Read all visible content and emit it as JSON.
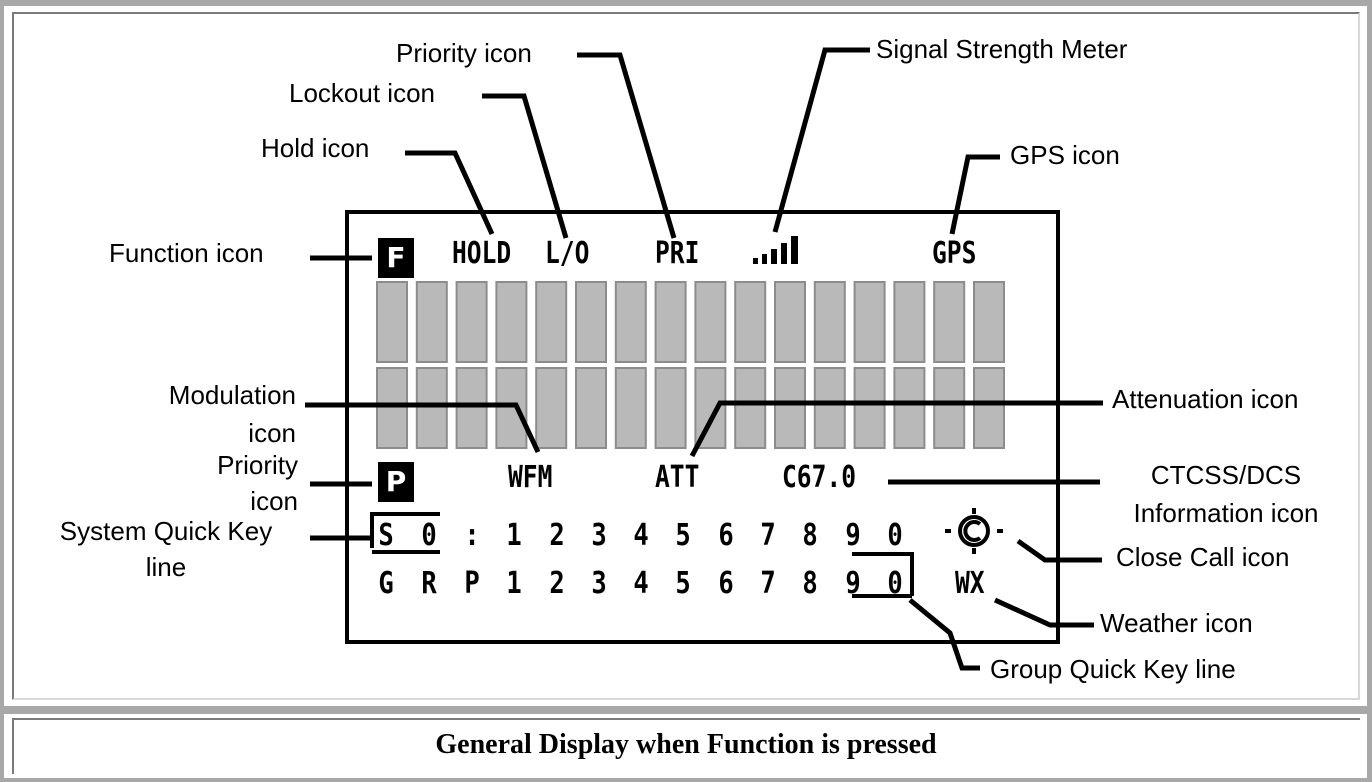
{
  "caption": "General Display when Function is pressed",
  "callouts": {
    "priority_icon": "Priority icon",
    "signal_strength_meter": "Signal Strength Meter",
    "lockout_icon": "Lockout icon",
    "hold_icon": "Hold icon",
    "gps_icon": "GPS icon",
    "function_icon": "Function icon",
    "modulation_icon_1": "Modulation",
    "modulation_icon_2": "icon",
    "attenuation_icon": "Attenuation icon",
    "priority_icon_left_1": "Priority",
    "priority_icon_left_2": "icon",
    "ctcss_dcs_1": "CTCSS/DCS",
    "ctcss_dcs_2": "Information icon",
    "system_quick_key_1": "System Quick Key",
    "system_quick_key_2": "line",
    "close_call_icon": "Close Call icon",
    "weather_icon": "Weather icon",
    "group_quick_key_line": "Group Quick Key line"
  },
  "display": {
    "function_badge": "F",
    "hold": "HOLD",
    "lockout": "L/O",
    "priority": "PRI",
    "gps": "GPS",
    "priority_badge": "P",
    "modulation": "WFM",
    "attenuation": "ATT",
    "ctcss": "C67.0",
    "weather": "WX",
    "system_keys": [
      "S",
      "0",
      ":",
      "1",
      "2",
      "3",
      "4",
      "5",
      "6",
      "7",
      "8",
      "9",
      "0"
    ],
    "group_keys": [
      "G",
      "R",
      "P",
      "1",
      "2",
      "3",
      "4",
      "5",
      "6",
      "7",
      "8",
      "9",
      "0"
    ]
  },
  "colors": {
    "segment_fill": "#b9b9b9",
    "segment_border": "#8c8c8c",
    "frame": "#a8a8a8",
    "ink": "#000000"
  }
}
